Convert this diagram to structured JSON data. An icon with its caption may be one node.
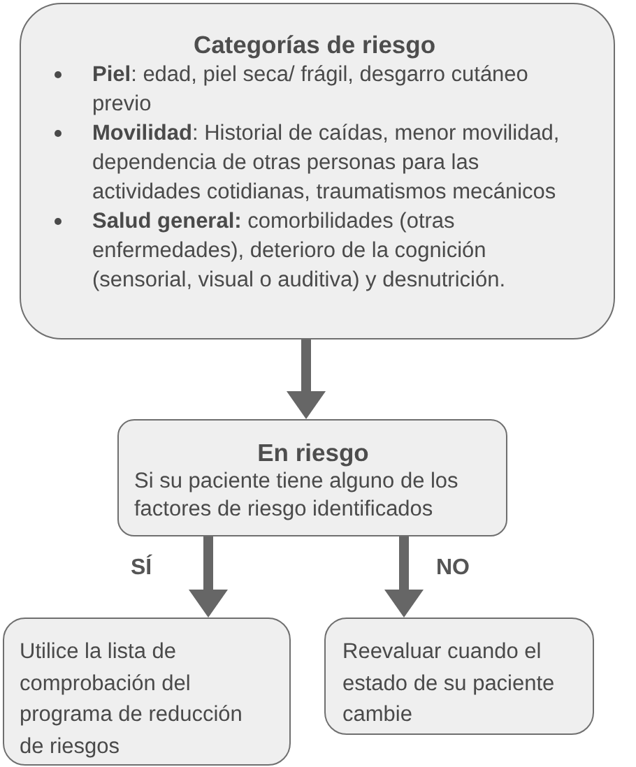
{
  "diagram": {
    "nodes": [
      {
        "text": [
          "Categorías de riesgo",
          "**Piel**: edad, piel seca/ frágil, desgarro cutáneo previo",
          "**Movilidad**: Historial de caídas, menor movilidad, dependencia de otras personas para las actividades cotidianas, traumatismos mecánicos",
          "**Salud general:** comorbilidades (otras enfermedades), deterioro de la cognición (sensorial, visual o auditiva) y desnutrición."
        ]
      },
      {
        "text": [
          "En riesgo",
          "Si su paciente tiene alguno de los factores de riesgo identificados"
        ]
      },
      {
        "text": [
          "Utilice la lista de comprobación del programa de reducción de riesgos"
        ]
      },
      {
        "text": [
          "Reevaluar cuando el estado de su paciente cambie"
        ]
      }
    ],
    "edges": [
      {
        "from": 0,
        "to": 1,
        "arrow": "to"
      },
      {
        "from": 1,
        "to": 2,
        "arrow": "to",
        "label": "SÍ"
      },
      {
        "from": 1,
        "to": 3,
        "arrow": "to",
        "label": "NO"
      }
    ]
  }
}
